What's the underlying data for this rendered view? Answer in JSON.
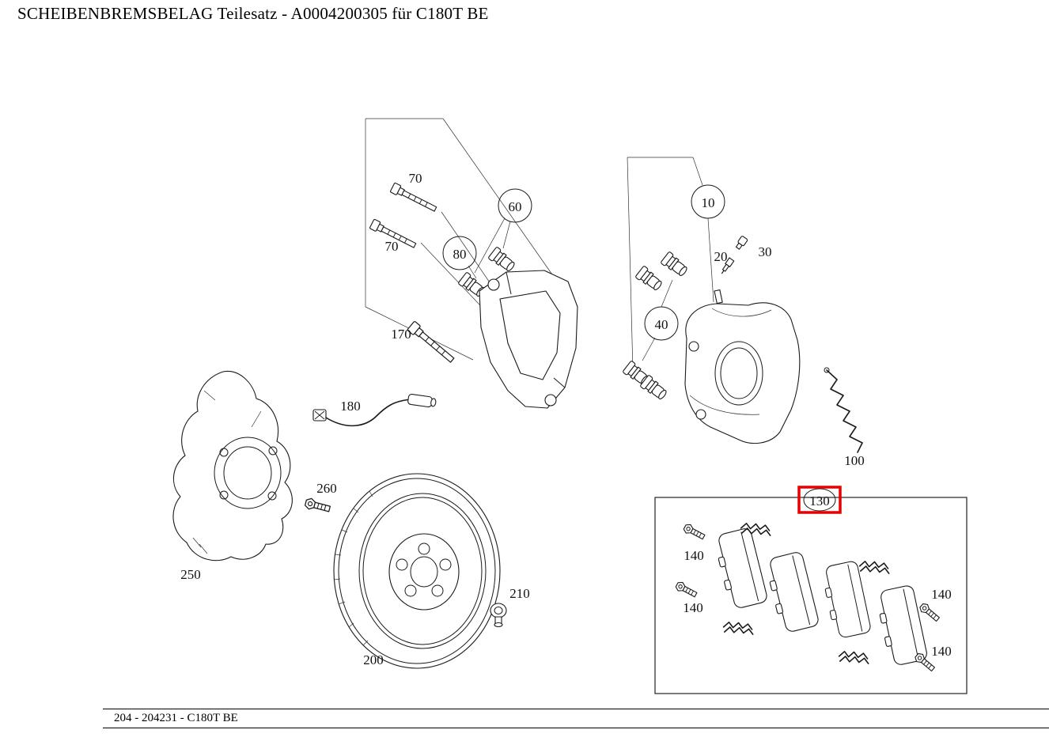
{
  "header": {
    "title": "SCHEIBENBREMSBELAG Teilesatz - A0004200305 für C180T BE"
  },
  "footer": {
    "catalog_line": "204 - 204231 - C180T BE"
  },
  "diagram": {
    "highlight_color": "#e60000",
    "highlighted_label": "130",
    "labels": {
      "l70a": "70",
      "l70b": "70",
      "l60": "60",
      "l80": "80",
      "l170": "170",
      "l180": "180",
      "l10": "10",
      "l20": "20",
      "l30": "30",
      "l40": "40",
      "l100": "100",
      "l130": "130",
      "l140a": "140",
      "l140b": "140",
      "l140c": "140",
      "l140d": "140",
      "l250": "250",
      "l260": "260",
      "l200": "200",
      "l210": "210"
    }
  }
}
